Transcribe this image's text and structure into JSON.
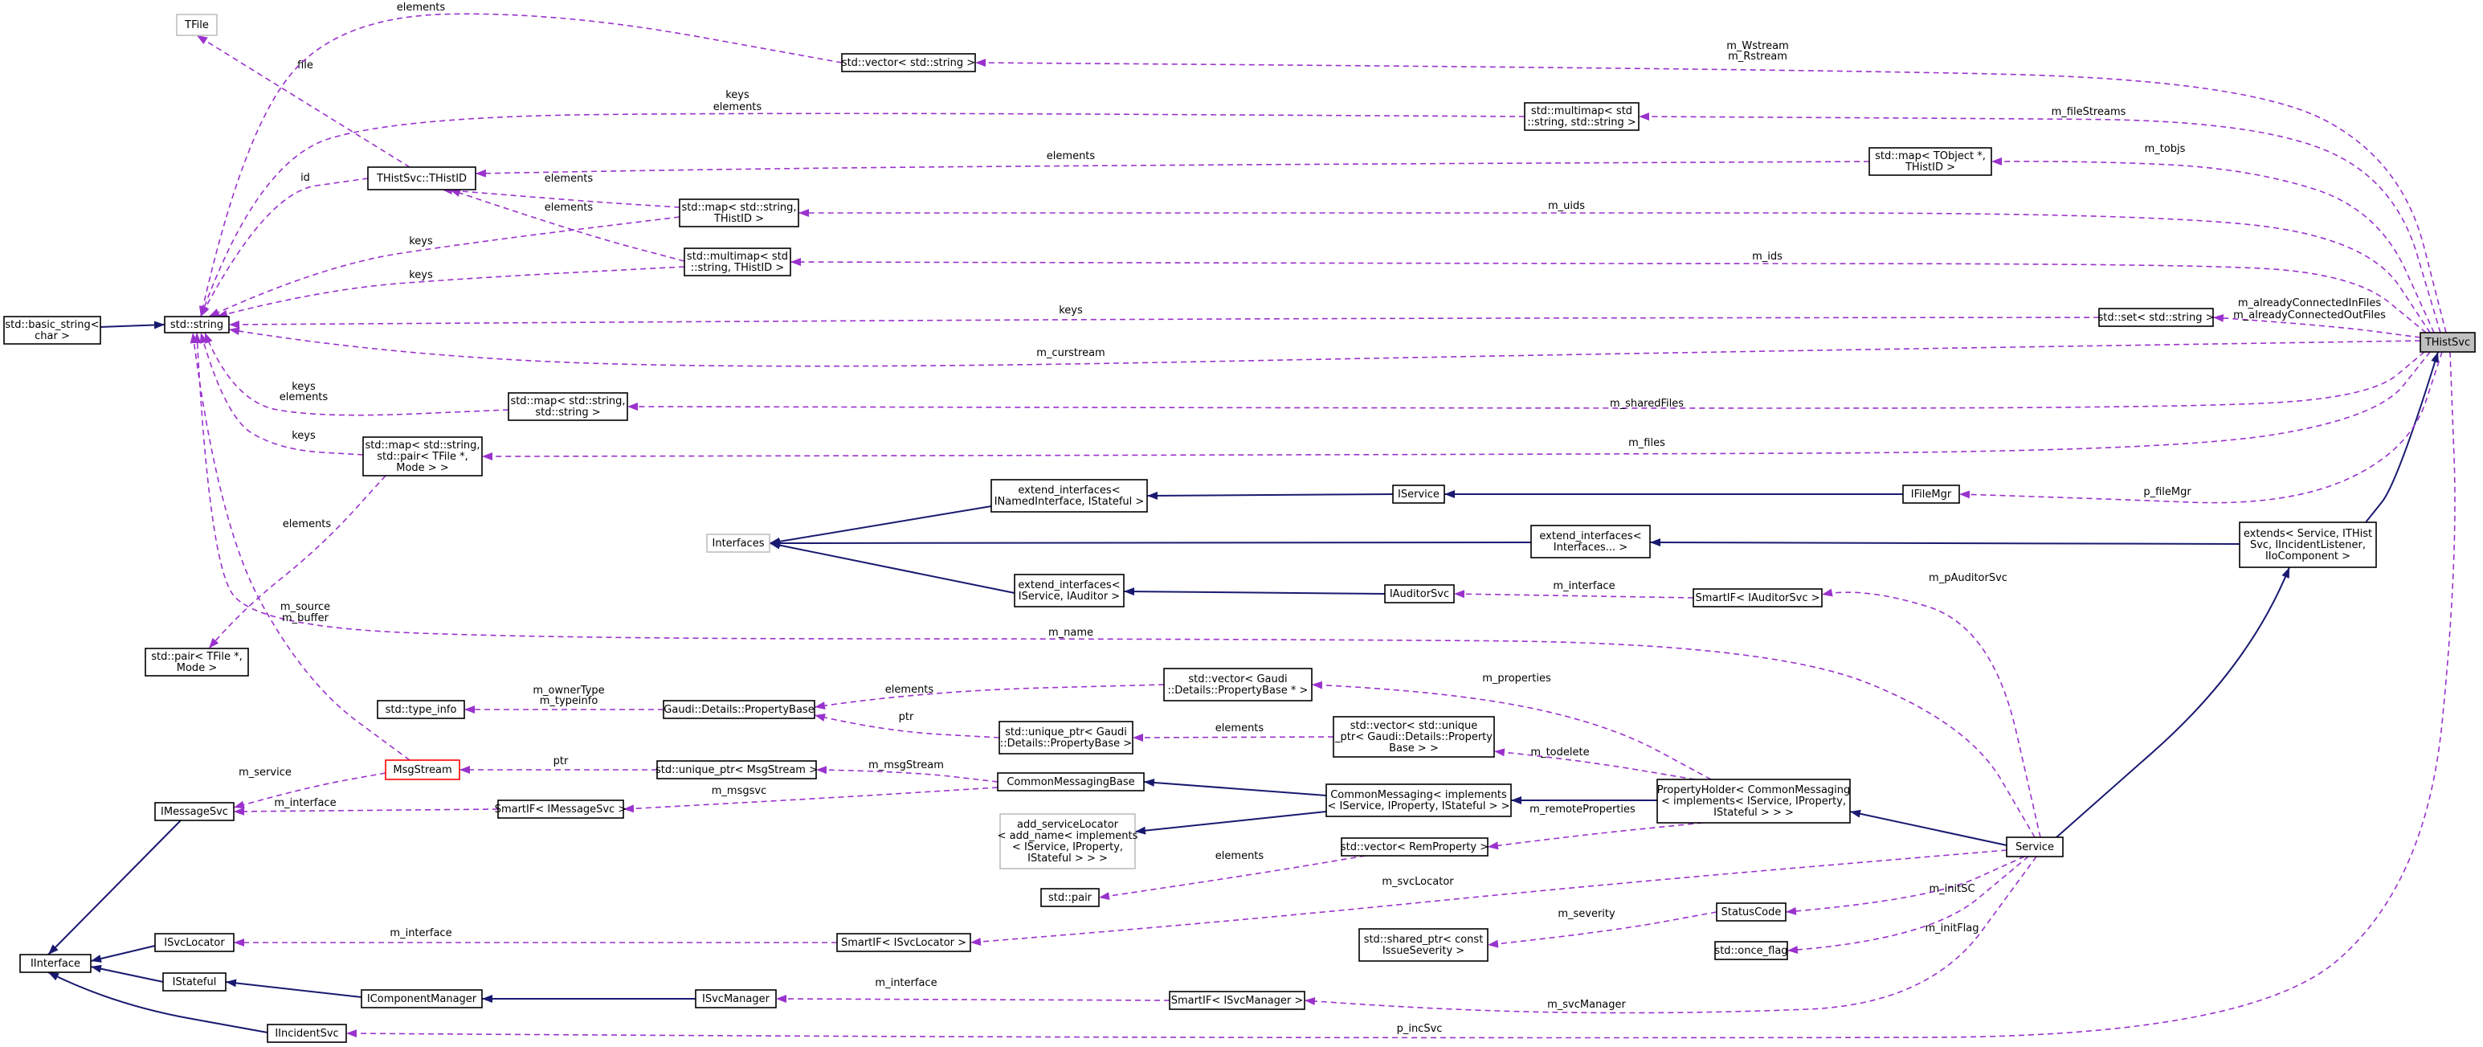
{
  "colors": {
    "inheritance": "#191970",
    "usage": "#9a32cd",
    "node_border": "#000000",
    "selected_fill": "#bfbfbf",
    "incomplete_border": "#ff0000",
    "undocumented_border": "#bfbfbf"
  },
  "nodes": [
    {
      "id": "TFile",
      "lines": [
        "TFile"
      ],
      "style": "gray"
    },
    {
      "id": "THistSvc_THistID",
      "lines": [
        "THistSvc::THistID"
      ]
    },
    {
      "id": "std_basic_string",
      "lines": [
        "std::basic_string<",
        "char >"
      ]
    },
    {
      "id": "std_string",
      "lines": [
        "std::string"
      ]
    },
    {
      "id": "vec_string",
      "lines": [
        "std::vector< std::string >"
      ]
    },
    {
      "id": "multimap_ss",
      "lines": [
        "std::multimap< std",
        "::string, std::string >"
      ]
    },
    {
      "id": "map_tobject",
      "lines": [
        "std::map< TObject *,",
        "THistID >"
      ]
    },
    {
      "id": "map_s_hid",
      "lines": [
        "std::map< std::string,",
        "THistID >"
      ]
    },
    {
      "id": "multimap_s_hid",
      "lines": [
        "std::multimap< std",
        "::string, THistID >"
      ]
    },
    {
      "id": "set_string",
      "lines": [
        "std::set< std::string >"
      ]
    },
    {
      "id": "THistSvc",
      "lines": [
        "THistSvc"
      ],
      "style": "sel"
    },
    {
      "id": "map_ss",
      "lines": [
        "std::map< std::string,",
        "std::string >"
      ]
    },
    {
      "id": "map_s_pair",
      "lines": [
        "std::map< std::string,",
        "std::pair< TFile *,",
        "Mode > >"
      ]
    },
    {
      "id": "pair_tfile",
      "lines": [
        "std::pair< TFile *,",
        "Mode >"
      ]
    },
    {
      "id": "ext_inamed",
      "lines": [
        "extend_interfaces<",
        "INamedInterface, IStateful >"
      ]
    },
    {
      "id": "IService",
      "lines": [
        "IService"
      ]
    },
    {
      "id": "IFileMgr",
      "lines": [
        "IFileMgr"
      ]
    },
    {
      "id": "Interfaces",
      "lines": [
        "Interfaces"
      ],
      "style": "gray"
    },
    {
      "id": "ext_ifaces",
      "lines": [
        "extend_interfaces<",
        "Interfaces... >"
      ]
    },
    {
      "id": "extends",
      "lines": [
        "extends< Service, ITHist",
        "Svc, IIncidentListener,",
        "IIoComponent >"
      ]
    },
    {
      "id": "ext_iservice",
      "lines": [
        "extend_interfaces<",
        "IService, IAuditor >"
      ]
    },
    {
      "id": "IAuditorSvc",
      "lines": [
        "IAuditorSvc"
      ]
    },
    {
      "id": "SmartIF_IAuditorSvc",
      "lines": [
        "SmartIF< IAuditorSvc >"
      ]
    },
    {
      "id": "type_info",
      "lines": [
        "std::type_info"
      ]
    },
    {
      "id": "PropertyBase",
      "lines": [
        "Gaudi::Details::PropertyBase"
      ]
    },
    {
      "id": "vec_propbase",
      "lines": [
        "std::vector< Gaudi",
        "::Details::PropertyBase * >"
      ]
    },
    {
      "id": "uptr_propbase",
      "lines": [
        "std::unique_ptr< Gaudi",
        "::Details::PropertyBase >"
      ]
    },
    {
      "id": "vec_uptr",
      "lines": [
        "std::vector< std::unique",
        "_ptr< Gaudi::Details::Property",
        "Base > >"
      ]
    },
    {
      "id": "MsgStream",
      "lines": [
        "MsgStream"
      ],
      "style": "red"
    },
    {
      "id": "uptr_msgstream",
      "lines": [
        "std::unique_ptr< MsgStream >"
      ]
    },
    {
      "id": "CommonMessagingBase",
      "lines": [
        "CommonMessagingBase"
      ]
    },
    {
      "id": "IMessageSvc",
      "lines": [
        "IMessageSvc"
      ]
    },
    {
      "id": "SmartIF_IMessageSvc",
      "lines": [
        "SmartIF< IMessageSvc >"
      ]
    },
    {
      "id": "CommonMessaging",
      "lines": [
        "CommonMessaging< implements",
        "< IService, IProperty, IStateful > >"
      ]
    },
    {
      "id": "PropertyHolder",
      "lines": [
        "PropertyHolder< CommonMessaging",
        "< implements< IService, IProperty,",
        "IStateful > > >"
      ]
    },
    {
      "id": "add_svcloc",
      "lines": [
        "add_serviceLocator",
        "< add_name< implements",
        "< IService, IProperty,",
        "IStateful > > >"
      ],
      "style": "gray"
    },
    {
      "id": "vec_remprop",
      "lines": [
        "std::vector< RemProperty >"
      ]
    },
    {
      "id": "Service",
      "lines": [
        "Service"
      ]
    },
    {
      "id": "std_pair",
      "lines": [
        "std::pair"
      ]
    },
    {
      "id": "StatusCode",
      "lines": [
        "StatusCode"
      ]
    },
    {
      "id": "ISvcLocator",
      "lines": [
        "ISvcLocator"
      ]
    },
    {
      "id": "SmartIF_ISvcLocator",
      "lines": [
        "SmartIF< ISvcLocator >"
      ]
    },
    {
      "id": "shared_ptr_issue",
      "lines": [
        "std::shared_ptr< const",
        "IssueSeverity >"
      ]
    },
    {
      "id": "once_flag",
      "lines": [
        "std::once_flag"
      ]
    },
    {
      "id": "IInterface",
      "lines": [
        "IInterface"
      ]
    },
    {
      "id": "IStateful",
      "lines": [
        "IStateful"
      ]
    },
    {
      "id": "IComponentManager",
      "lines": [
        "IComponentManager"
      ]
    },
    {
      "id": "ISvcManager",
      "lines": [
        "ISvcManager"
      ]
    },
    {
      "id": "SmartIF_ISvcManager",
      "lines": [
        "SmartIF< ISvcManager >"
      ]
    },
    {
      "id": "IIncidentSvc",
      "lines": [
        "IIncidentSvc"
      ]
    }
  ],
  "edges": [
    {
      "from": "std_basic_string",
      "to": "std_string",
      "kind": "inheritance",
      "labels": []
    },
    {
      "from": "extends",
      "to": "THistSvc",
      "kind": "inheritance",
      "labels": []
    },
    {
      "from": "Service",
      "to": "extends",
      "kind": "inheritance",
      "labels": []
    },
    {
      "from": "ext_ifaces",
      "to": "extends",
      "kind": "inheritance",
      "labels": []
    },
    {
      "from": "Interfaces",
      "to": "ext_ifaces",
      "kind": "inheritance",
      "labels": []
    },
    {
      "from": "Interfaces",
      "to": "ext_inamed",
      "kind": "inheritance",
      "labels": []
    },
    {
      "from": "Interfaces",
      "to": "ext_iservice",
      "kind": "inheritance",
      "labels": []
    },
    {
      "from": "ext_inamed",
      "to": "IService",
      "kind": "inheritance",
      "labels": []
    },
    {
      "from": "IService",
      "to": "IFileMgr",
      "kind": "inheritance",
      "labels": []
    },
    {
      "from": "ext_iservice",
      "to": "IAuditorSvc",
      "kind": "inheritance",
      "labels": []
    },
    {
      "from": "PropertyHolder",
      "to": "Service",
      "kind": "inheritance",
      "labels": []
    },
    {
      "from": "CommonMessaging",
      "to": "PropertyHolder",
      "kind": "inheritance",
      "labels": []
    },
    {
      "from": "CommonMessagingBase",
      "to": "CommonMessaging",
      "kind": "inheritance",
      "labels": []
    },
    {
      "from": "add_svcloc",
      "to": "CommonMessaging",
      "kind": "inheritance",
      "labels": []
    },
    {
      "from": "IInterface",
      "to": "IMessageSvc",
      "kind": "inheritance",
      "labels": []
    },
    {
      "from": "IInterface",
      "to": "ISvcLocator",
      "kind": "inheritance",
      "labels": []
    },
    {
      "from": "IInterface",
      "to": "IStateful",
      "kind": "inheritance",
      "labels": []
    },
    {
      "from": "IInterface",
      "to": "IIncidentSvc",
      "kind": "inheritance",
      "labels": []
    },
    {
      "from": "IStateful",
      "to": "IComponentManager",
      "kind": "inheritance",
      "labels": []
    },
    {
      "from": "IComponentManager",
      "to": "ISvcManager",
      "kind": "inheritance",
      "labels": []
    },
    {
      "from": "TFile",
      "to": "THistSvc_THistID",
      "kind": "usage",
      "labels": [
        "file"
      ]
    },
    {
      "from": "std_string",
      "to": "THistSvc_THistID",
      "kind": "usage",
      "labels": [
        "id"
      ]
    },
    {
      "from": "vec_string",
      "to": "std_string",
      "kind": "usage",
      "labels": [
        "elements"
      ]
    },
    {
      "from": "multimap_ss",
      "to": "std_string",
      "kind": "usage",
      "labels": [
        "keys",
        "elements"
      ]
    },
    {
      "from": "map_tobject",
      "to": "THistSvc_THistID",
      "kind": "usage",
      "labels": [
        "elements"
      ]
    },
    {
      "from": "map_s_hid",
      "to": "THistSvc_THistID",
      "kind": "usage",
      "labels": [
        "elements"
      ]
    },
    {
      "from": "multimap_s_hid",
      "to": "THistSvc_THistID",
      "kind": "usage",
      "labels": [
        "elements"
      ]
    },
    {
      "from": "map_s_hid",
      "to": "std_string",
      "kind": "usage",
      "labels": [
        "keys"
      ]
    },
    {
      "from": "multimap_s_hid",
      "to": "std_string",
      "kind": "usage",
      "labels": [
        "keys"
      ]
    },
    {
      "from": "set_string",
      "to": "std_string",
      "kind": "usage",
      "labels": [
        "keys"
      ]
    },
    {
      "from": "THistSvc",
      "to": "std_string",
      "kind": "usage",
      "labels": [
        "m_curstream"
      ]
    },
    {
      "from": "map_ss",
      "to": "std_string",
      "kind": "usage",
      "labels": [
        "keys",
        "elements"
      ]
    },
    {
      "from": "map_s_pair",
      "to": "std_string",
      "kind": "usage",
      "labels": [
        "keys"
      ]
    },
    {
      "from": "map_s_pair",
      "to": "pair_tfile",
      "kind": "usage",
      "labels": [
        "elements"
      ]
    },
    {
      "from": "THistSvc",
      "to": "vec_string",
      "kind": "usage",
      "labels": [
        "m_Wstream",
        "m_Rstream"
      ]
    },
    {
      "from": "THistSvc",
      "to": "multimap_ss",
      "kind": "usage",
      "labels": [
        "m_fileStreams"
      ]
    },
    {
      "from": "THistSvc",
      "to": "map_tobject",
      "kind": "usage",
      "labels": [
        "m_tobjs"
      ]
    },
    {
      "from": "THistSvc",
      "to": "map_s_hid",
      "kind": "usage",
      "labels": [
        "m_uids"
      ]
    },
    {
      "from": "THistSvc",
      "to": "multimap_s_hid",
      "kind": "usage",
      "labels": [
        "m_ids"
      ]
    },
    {
      "from": "THistSvc",
      "to": "set_string",
      "kind": "usage",
      "labels": [
        "m_alreadyConnectedInFiles",
        "m_alreadyConnectedOutFiles"
      ]
    },
    {
      "from": "THistSvc",
      "to": "map_ss",
      "kind": "usage",
      "labels": [
        "m_sharedFiles"
      ]
    },
    {
      "from": "THistSvc",
      "to": "map_s_pair",
      "kind": "usage",
      "labels": [
        "m_files"
      ]
    },
    {
      "from": "THistSvc",
      "to": "IFileMgr",
      "kind": "usage",
      "labels": [
        "p_fileMgr"
      ]
    },
    {
      "from": "THistSvc",
      "to": "IIncidentSvc",
      "kind": "usage",
      "labels": [
        "p_incSvc"
      ]
    },
    {
      "from": "Service",
      "to": "std_string",
      "kind": "usage",
      "labels": [
        "m_name"
      ]
    },
    {
      "from": "MsgStream",
      "to": "std_string",
      "kind": "usage",
      "labels": [
        "m_source",
        "m_buffer"
      ]
    },
    {
      "from": "SmartIF_IAuditorSvc",
      "to": "IAuditorSvc",
      "kind": "usage",
      "labels": [
        "m_interface"
      ]
    },
    {
      "from": "Service",
      "to": "SmartIF_IAuditorSvc",
      "kind": "usage",
      "labels": [
        "m_pAuditorSvc"
      ]
    },
    {
      "from": "PropertyBase",
      "to": "type_info",
      "kind": "usage",
      "labels": [
        "m_ownerType",
        "m_typeinfo"
      ]
    },
    {
      "from": "vec_propbase",
      "to": "PropertyBase",
      "kind": "usage",
      "labels": [
        "elements"
      ]
    },
    {
      "from": "uptr_propbase",
      "to": "PropertyBase",
      "kind": "usage",
      "labels": [
        "ptr"
      ]
    },
    {
      "from": "PropertyHolder",
      "to": "vec_propbase",
      "kind": "usage",
      "labels": [
        "m_properties"
      ]
    },
    {
      "from": "vec_uptr",
      "to": "uptr_propbase",
      "kind": "usage",
      "labels": [
        "elements"
      ]
    },
    {
      "from": "PropertyHolder",
      "to": "vec_uptr",
      "kind": "usage",
      "labels": [
        "m_todelete"
      ]
    },
    {
      "from": "uptr_msgstream",
      "to": "MsgStream",
      "kind": "usage",
      "labels": [
        "ptr"
      ]
    },
    {
      "from": "CommonMessagingBase",
      "to": "uptr_msgstream",
      "kind": "usage",
      "labels": [
        "m_msgStream"
      ]
    },
    {
      "from": "MsgStream",
      "to": "IMessageSvc",
      "kind": "usage",
      "labels": [
        "m_service"
      ]
    },
    {
      "from": "SmartIF_IMessageSvc",
      "to": "IMessageSvc",
      "kind": "usage",
      "labels": [
        "m_interface"
      ]
    },
    {
      "from": "CommonMessagingBase",
      "to": "SmartIF_IMessageSvc",
      "kind": "usage",
      "labels": [
        "m_msgsvc"
      ]
    },
    {
      "from": "PropertyHolder",
      "to": "vec_remprop",
      "kind": "usage",
      "labels": [
        "m_remoteProperties"
      ]
    },
    {
      "from": "vec_remprop",
      "to": "std_pair",
      "kind": "usage",
      "labels": [
        "elements"
      ]
    },
    {
      "from": "Service",
      "to": "SmartIF_ISvcLocator",
      "kind": "usage",
      "labels": [
        "m_svcLocator"
      ]
    },
    {
      "from": "SmartIF_ISvcLocator",
      "to": "ISvcLocator",
      "kind": "usage",
      "labels": [
        "m_interface"
      ]
    },
    {
      "from": "Service",
      "to": "StatusCode",
      "kind": "usage",
      "labels": [
        "m_initSC"
      ]
    },
    {
      "from": "StatusCode",
      "to": "shared_ptr_issue",
      "kind": "usage",
      "labels": [
        "m_severity"
      ]
    },
    {
      "from": "Service",
      "to": "once_flag",
      "kind": "usage",
      "labels": [
        "m_initFlag"
      ]
    },
    {
      "from": "SmartIF_ISvcManager",
      "to": "ISvcManager",
      "kind": "usage",
      "labels": [
        "m_interface"
      ]
    },
    {
      "from": "Service",
      "to": "SmartIF_ISvcManager",
      "kind": "usage",
      "labels": [
        "m_svcManager"
      ]
    }
  ]
}
